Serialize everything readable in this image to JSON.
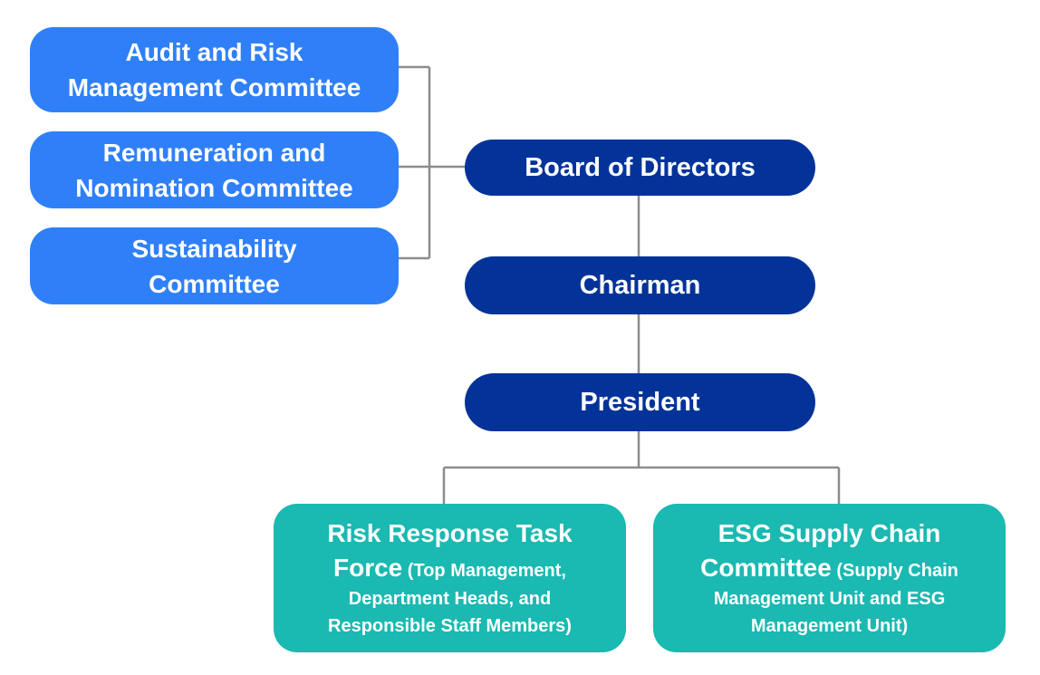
{
  "committees": {
    "audit": [
      "Audit and Risk",
      "Management Committee"
    ],
    "remuneration": [
      "Remuneration and",
      "Nomination Committee"
    ],
    "sustainability": [
      "Sustainability",
      "Committee"
    ]
  },
  "hierarchy": {
    "board": "Board of Directors",
    "chairman": "Chairman",
    "president": "President"
  },
  "teams": {
    "risk": {
      "line1": "Risk Response Task",
      "line2_head": "Force",
      "line2_sub": " (Top Management,",
      "line3": "Department Heads, and",
      "line4": "Responsible Staff Members)"
    },
    "esg": {
      "line1": "ESG Supply Chain",
      "line2_head": "Committee",
      "line2_sub": " (Supply Chain",
      "line3": "Management Unit and ESG",
      "line4": "Management Unit)"
    }
  },
  "colors": {
    "committee": "#2f80f8",
    "executive": "#033399",
    "team": "#1ab9b1",
    "connector": "#8c8c8c"
  }
}
